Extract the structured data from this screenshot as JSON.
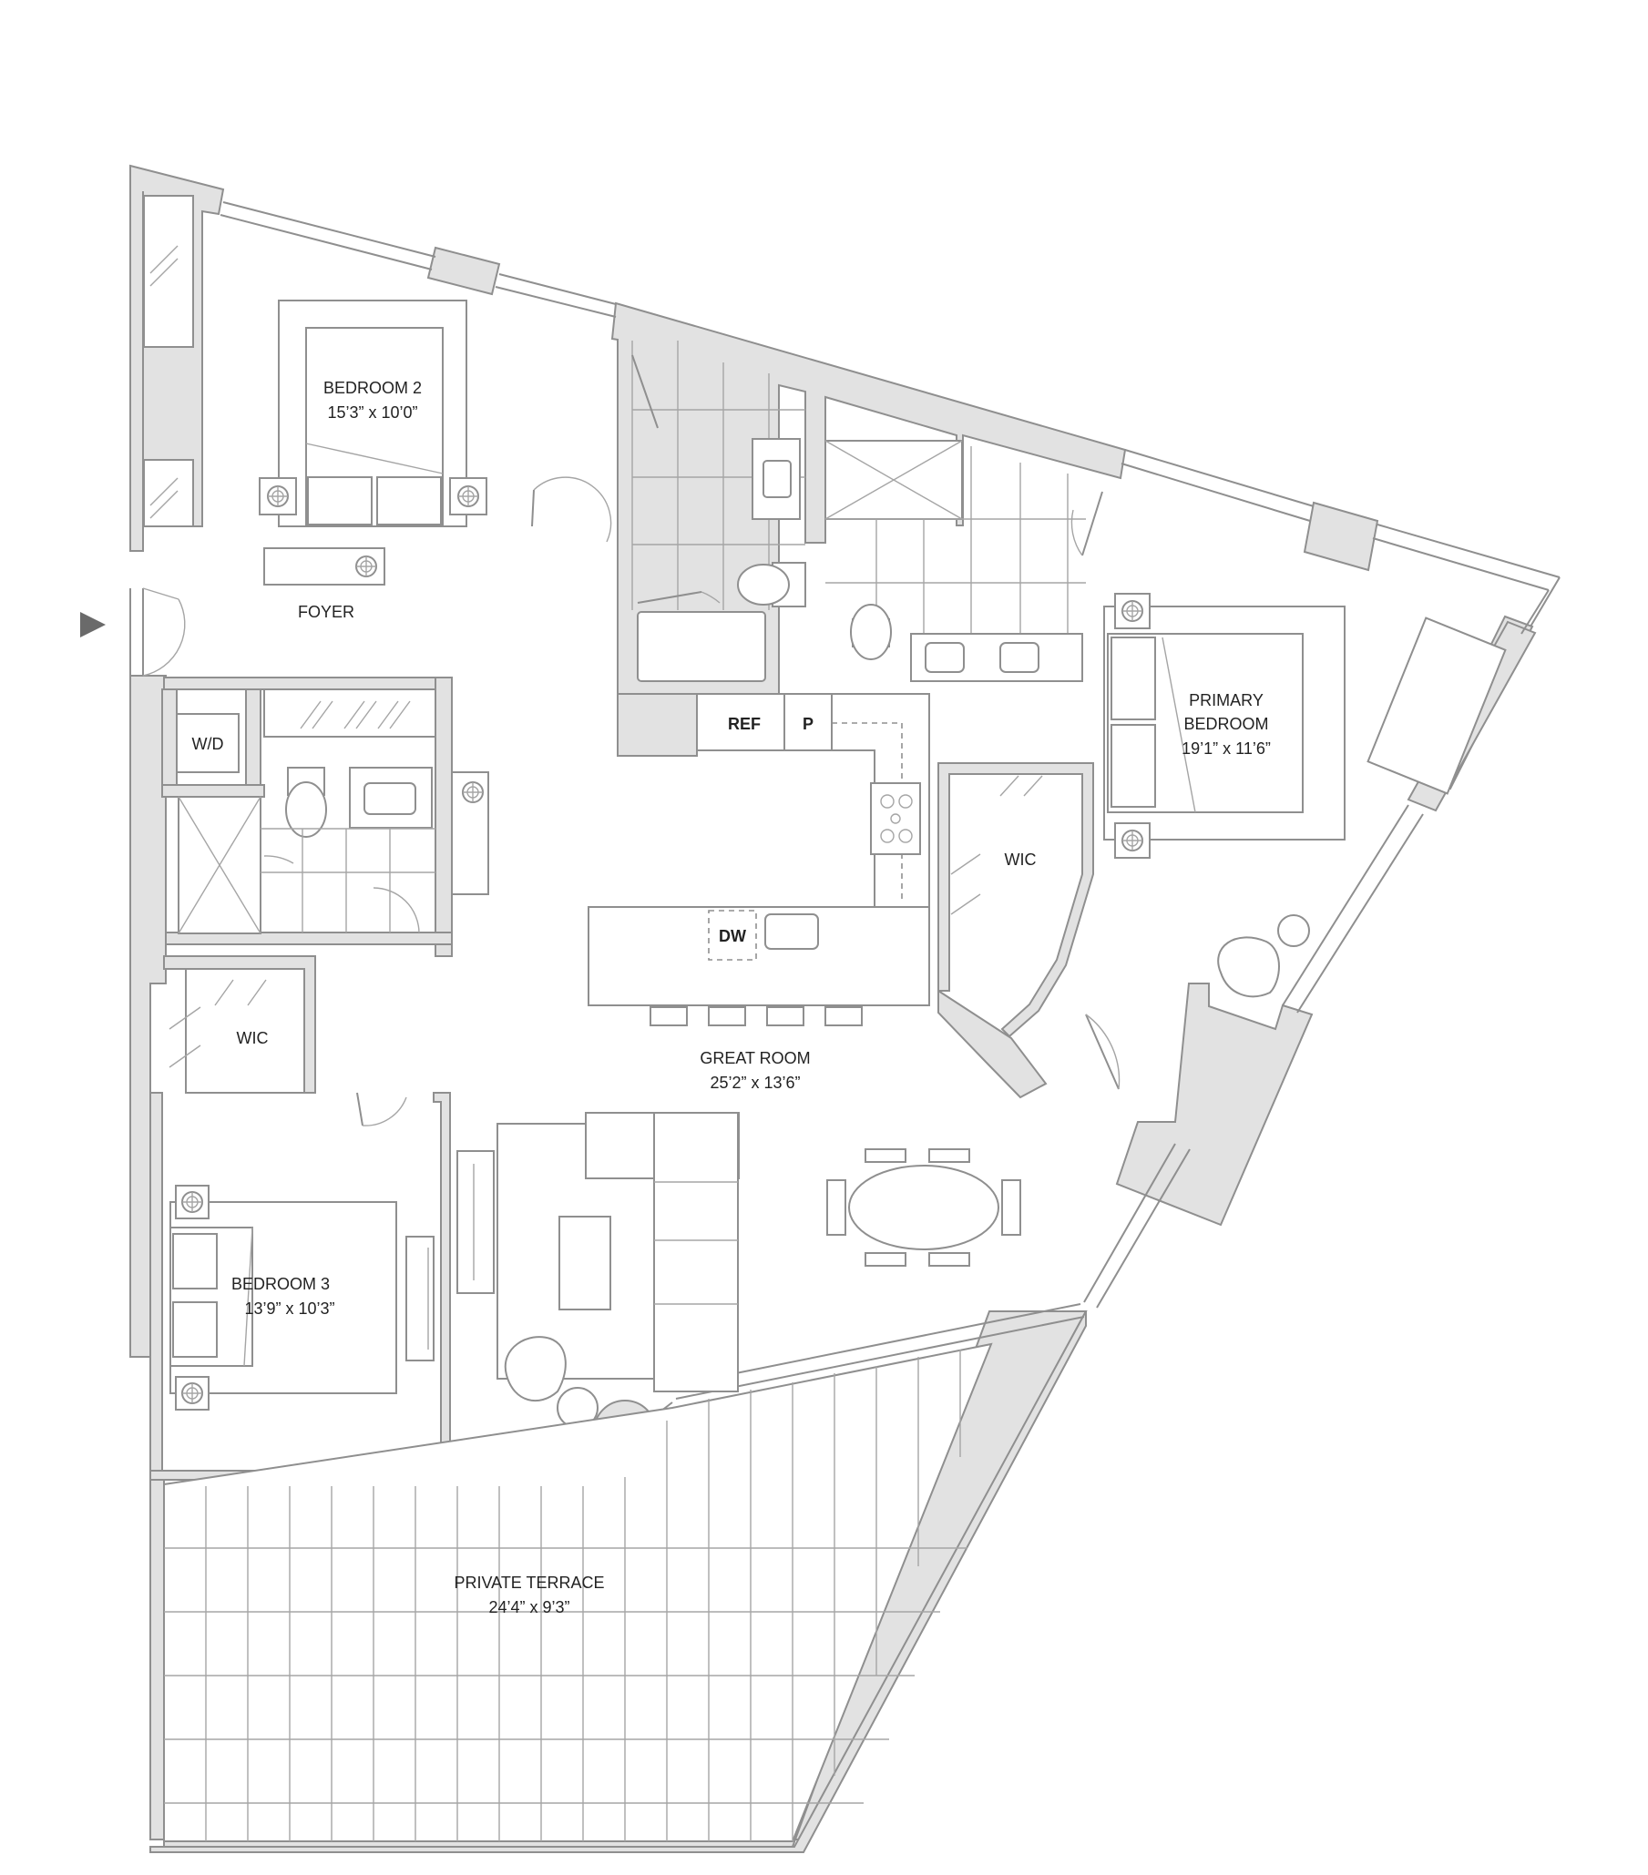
{
  "colors": {
    "wall": "#e2e2e2",
    "stroke": "#8f8f8f",
    "text": "#222222",
    "entry_arrow": "#6a6a6a"
  },
  "rooms": {
    "bedroom2": {
      "name": "BEDROOM 2",
      "dims": "15’3” x 10’0”"
    },
    "foyer": {
      "name": "FOYER"
    },
    "wd": {
      "name": "W/D"
    },
    "ref": {
      "name": "REF"
    },
    "pantry": {
      "name": "P"
    },
    "dw": {
      "name": "DW"
    },
    "primary": {
      "name_line1": "PRIMARY",
      "name_line2": "BEDROOM",
      "dims": "19’1” x 11’6”"
    },
    "wic_primary": {
      "name": "WIC"
    },
    "wic_b3": {
      "name": "WIC"
    },
    "great_room": {
      "name": "GREAT ROOM",
      "dims": "25’2” x 13’6”"
    },
    "bedroom3": {
      "name": "BEDROOM 3",
      "dims": "13’9” x 10’3”"
    },
    "terrace": {
      "name": "PRIVATE TERRACE",
      "dims": "24’4” x 9’3”"
    }
  },
  "icons": {
    "entry": "entry-arrow-icon",
    "outlet": "outlet-icon"
  }
}
